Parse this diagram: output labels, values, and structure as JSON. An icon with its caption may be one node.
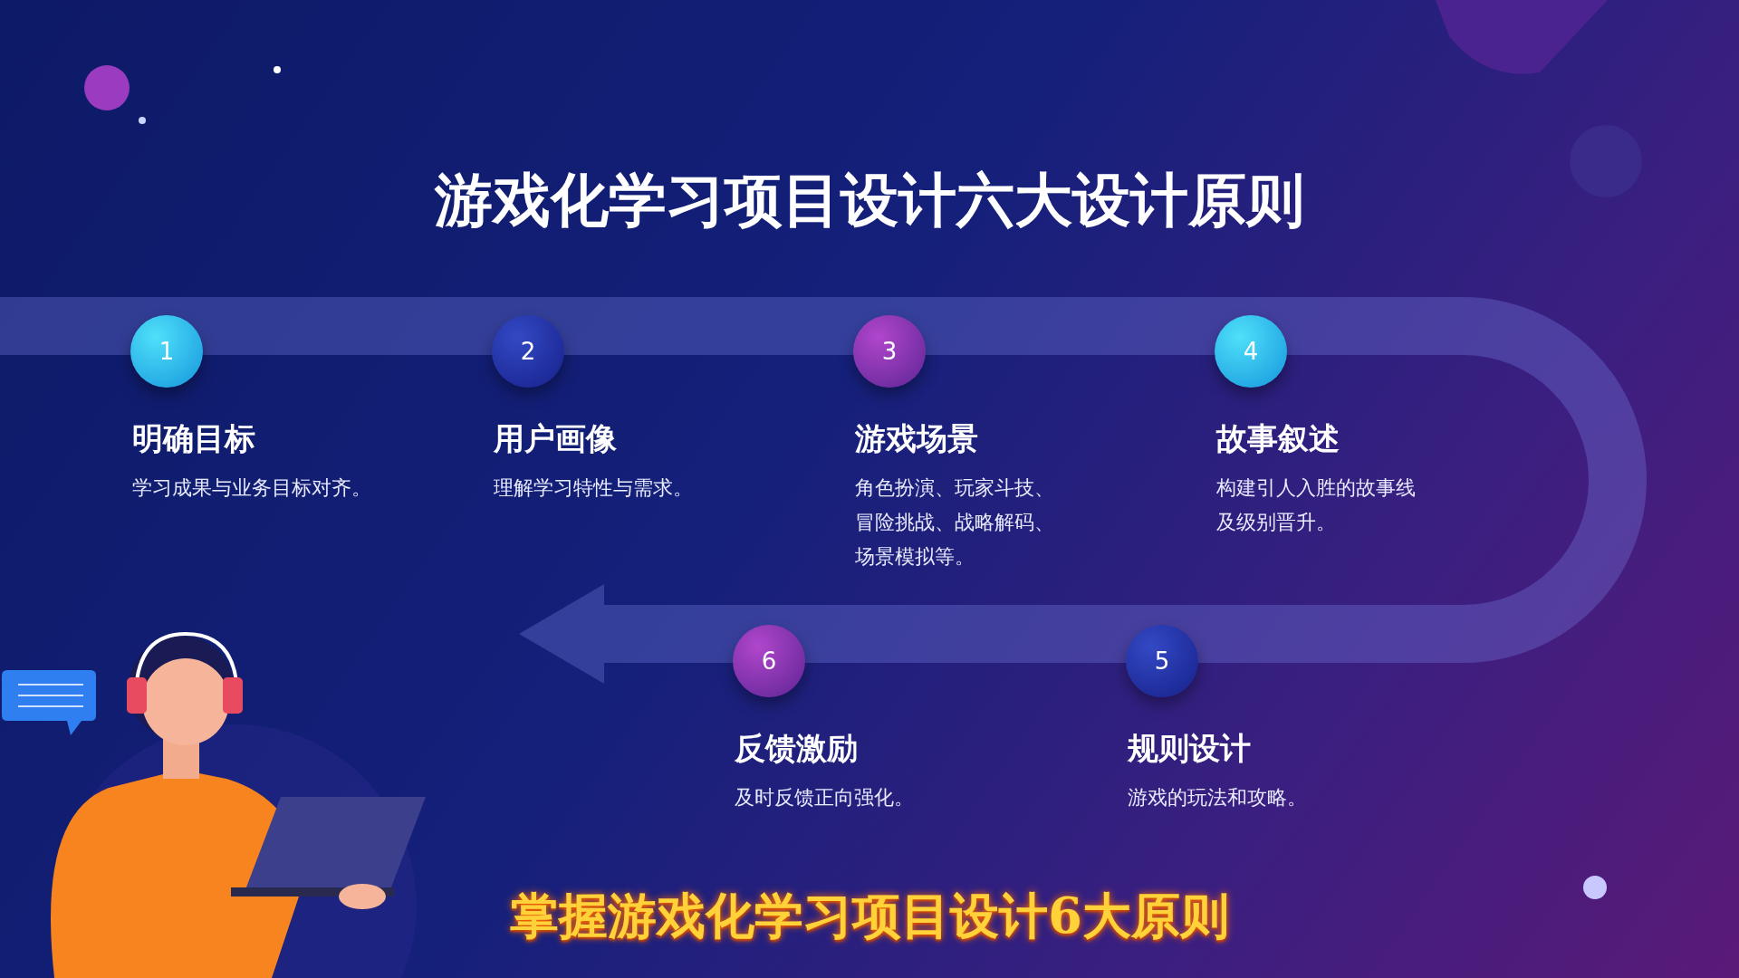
{
  "diagram": {
    "title": "游戏化学习项目设计六大设计原则",
    "nodes": [
      {
        "text": [
          "1"
        ],
        "beside": [
          "明确目标",
          "学习成果与业务目标对齐。"
        ]
      },
      {
        "text": [
          "2"
        ],
        "beside": [
          "用户画像",
          "理解学习特性与需求。"
        ]
      },
      {
        "text": [
          "3"
        ],
        "beside": [
          "游戏场景",
          "角色扮演、玩家斗技、冒险挑战、战略解码、场景模拟等。"
        ]
      },
      {
        "text": [
          "4"
        ],
        "beside": [
          "故事叙述",
          "构建引人入胜的故事线及级别晋升。"
        ]
      },
      {
        "text": [
          "6"
        ],
        "beside": [
          "反馈激励",
          "及时反馈正向强化。"
        ]
      },
      {
        "text": [
          "5"
        ],
        "beside": [
          "规则设计",
          "游戏的玩法和攻略。"
        ]
      }
    ],
    "labels": [
      "掌握游戏化学习项目设计6大原则"
    ]
  }
}
